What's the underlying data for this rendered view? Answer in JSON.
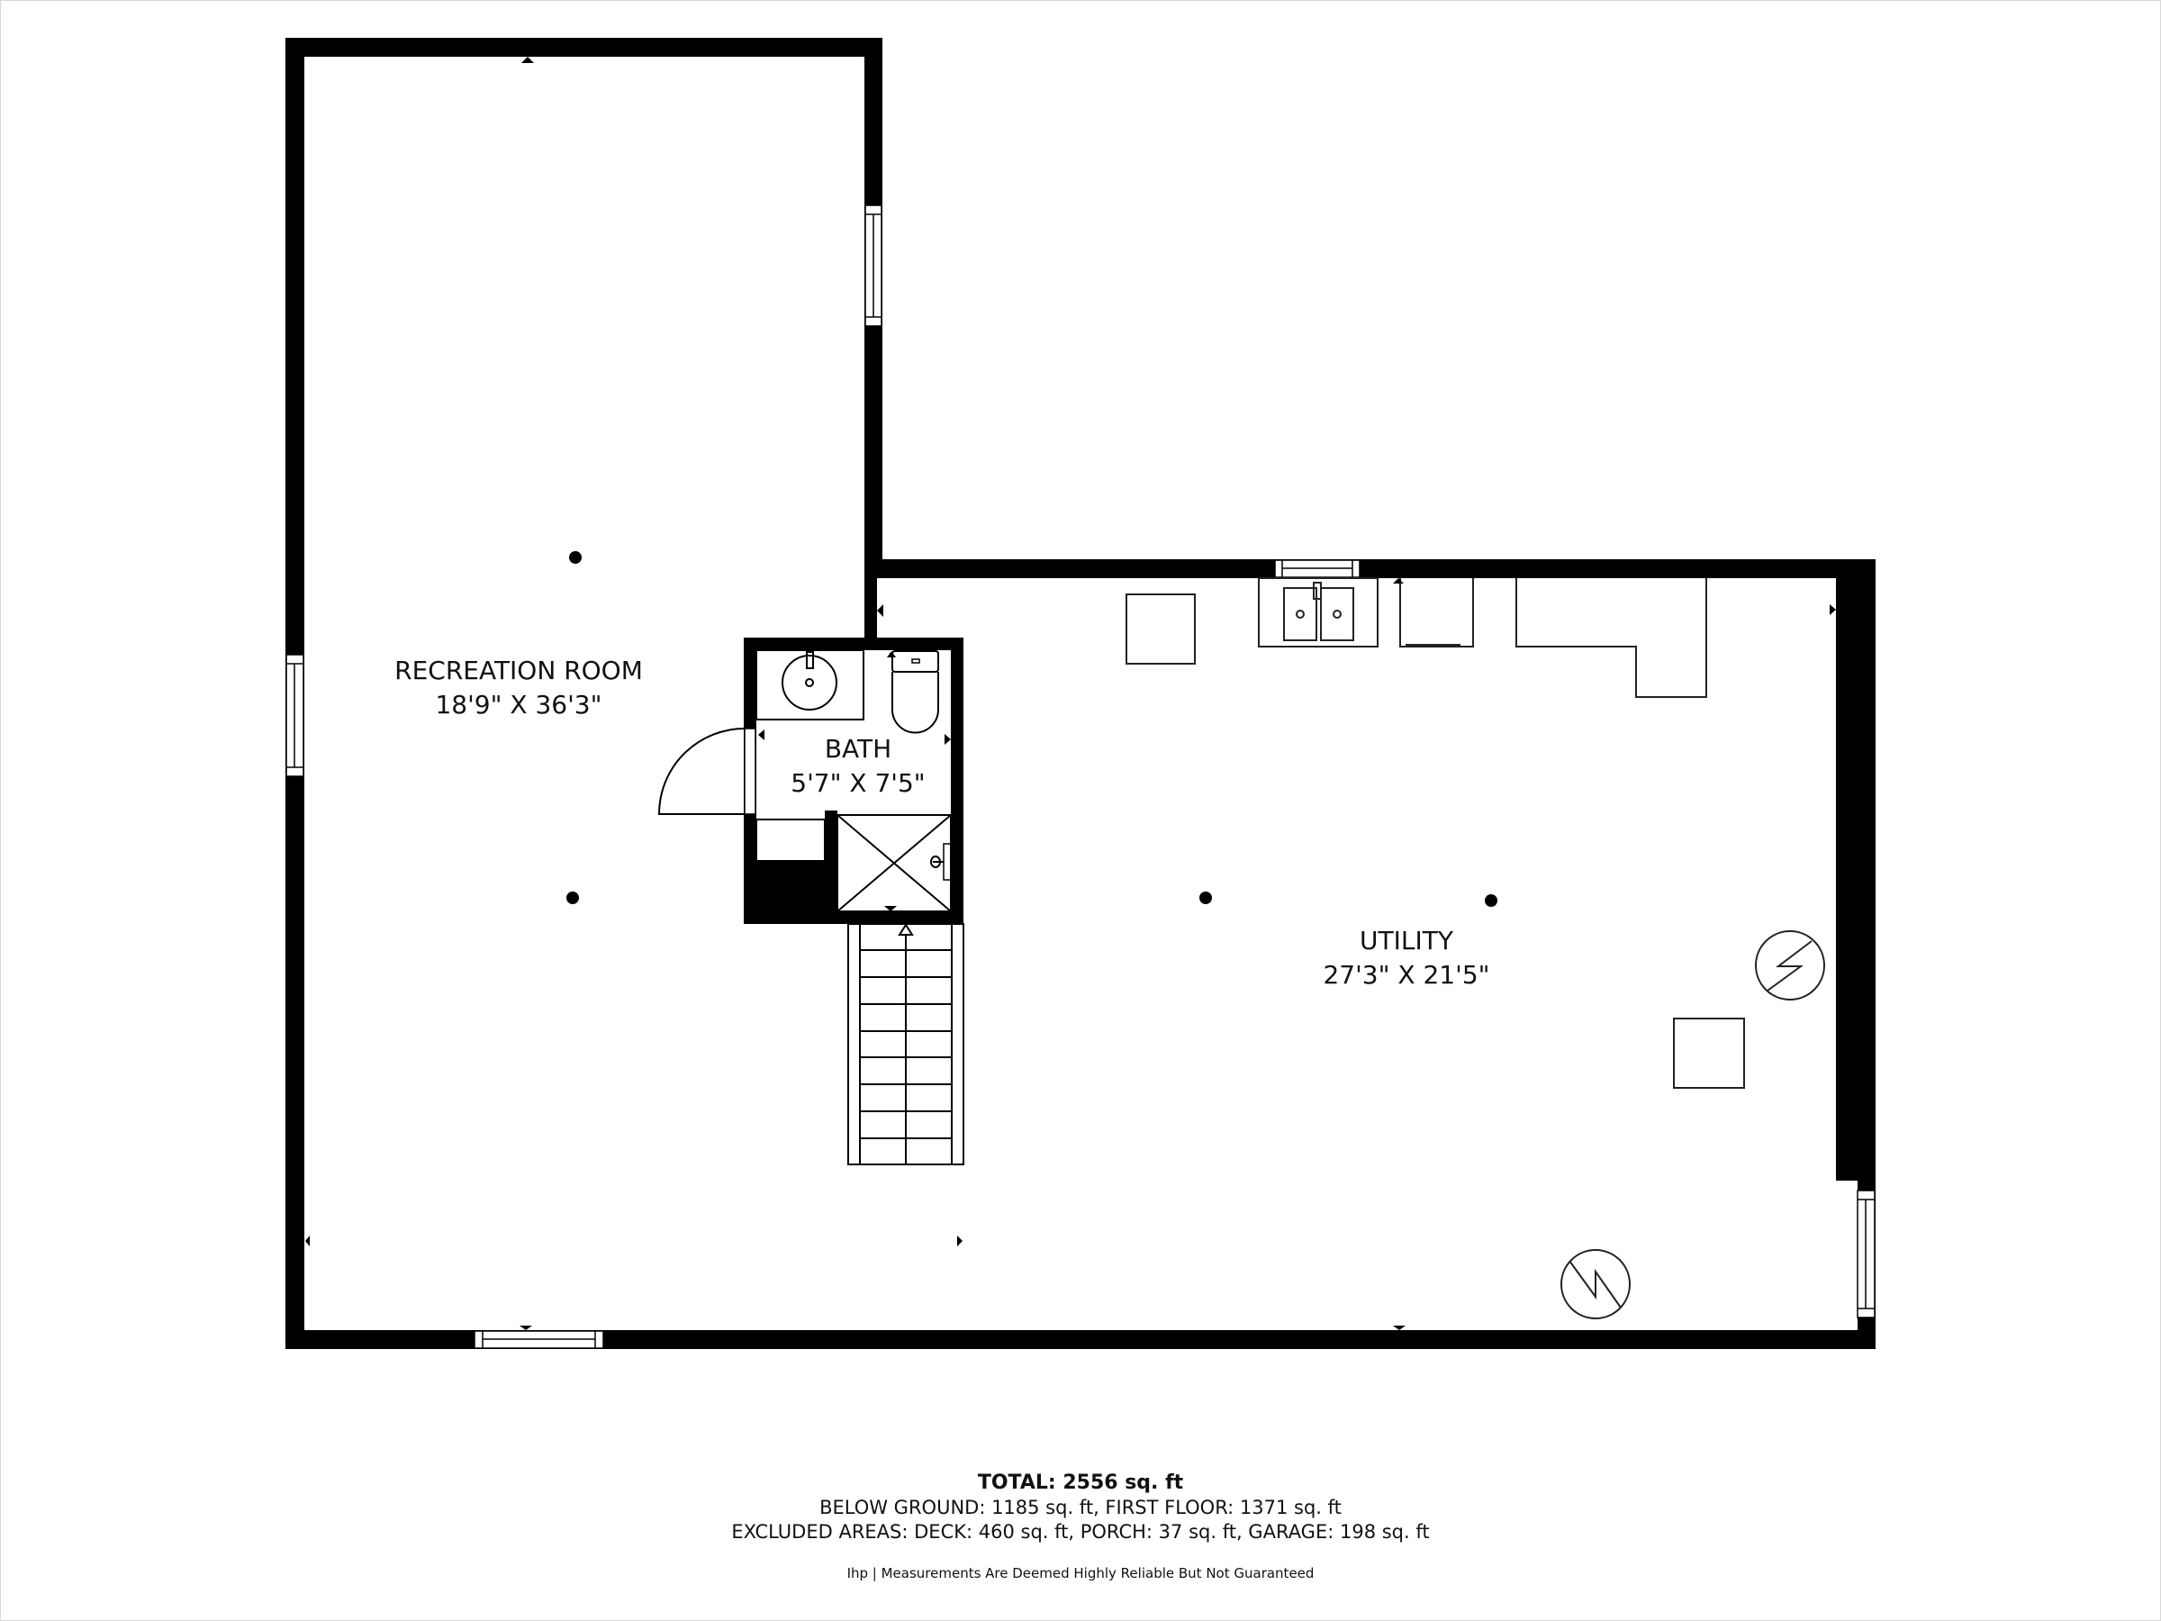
{
  "rooms": [
    {
      "name": "RECREATION ROOM",
      "dimensions": "18'9\" X 36'3\""
    },
    {
      "name": "BATH",
      "dimensions": "5'7\" X 7'5\""
    },
    {
      "name": "UTILITY",
      "dimensions": "27'3\" X 21'5\""
    }
  ],
  "summary": {
    "total": "TOTAL: 2556 sq. ft",
    "floors": "BELOW GROUND: 1185 sq. ft, FIRST FLOOR: 1371 sq. ft",
    "excluded": "EXCLUDED AREAS: DECK: 460 sq. ft, PORCH: 37 sq. ft, GARAGE: 198 sq. ft",
    "disclaimer": "Ihp | Measurements Are Deemed Highly Reliable But Not Guaranteed"
  },
  "colors": {
    "wall": "#000000",
    "background": "#ffffff",
    "line": "#222222"
  },
  "symbols": [
    "window",
    "door-swing",
    "stairs-up-arrow",
    "sink",
    "toilet",
    "shower",
    "double-sink",
    "electrical-panel",
    "light-fixture",
    "wall-marker"
  ]
}
